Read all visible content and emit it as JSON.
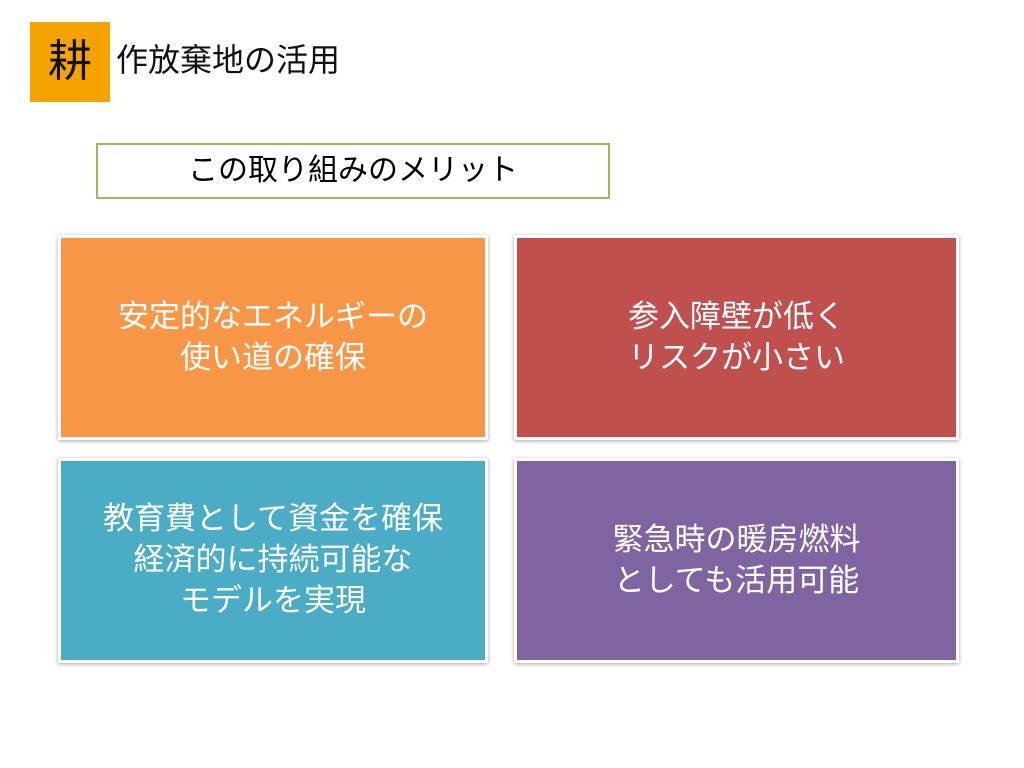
{
  "header": {
    "badge_char": "耕",
    "title_rest": "作放棄地の活用"
  },
  "subtitle": "この取り組みのメリット",
  "cards": [
    {
      "text": "安定的なエネルギーの\n使い道の確保",
      "color": "#f79646"
    },
    {
      "text": "参入障壁が低く\nリスクが小さい",
      "color": "#c0504d"
    },
    {
      "text": "教育費として資金を確保\n経済的に持続可能な\nモデルを実現",
      "color": "#4bacc6"
    },
    {
      "text": "緊急時の暖房燃料\nとしても活用可能",
      "color": "#8064a2"
    }
  ],
  "colors": {
    "badge": "#f4a300",
    "subtitle_border": "#9bbb59"
  }
}
